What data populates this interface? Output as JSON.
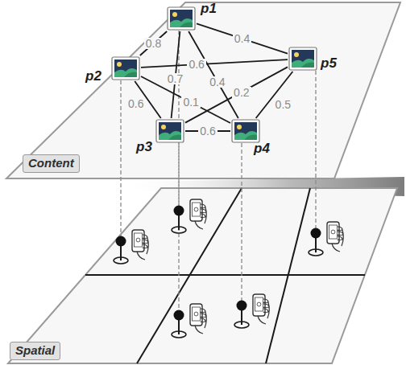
{
  "diagram": {
    "nodes": [
      {
        "text": [
          "p1"
        ]
      },
      {
        "text": [
          "p2"
        ]
      },
      {
        "text": [
          "p3"
        ]
      },
      {
        "text": [
          "p4"
        ]
      },
      {
        "text": [
          "p5"
        ]
      },
      {
        "text": [
          "Content"
        ]
      },
      {
        "text": [
          "Spatial"
        ]
      }
    ],
    "edges": [
      {
        "from": 0,
        "to": 1,
        "arrow": "none",
        "label": "0.8"
      },
      {
        "from": 0,
        "to": 4,
        "arrow": "none",
        "label": "0.4"
      },
      {
        "from": 1,
        "to": 4,
        "arrow": "none",
        "label": "0.6"
      },
      {
        "from": 0,
        "to": 2,
        "arrow": "none",
        "label": "0.7"
      },
      {
        "from": 0,
        "to": 3,
        "arrow": "none",
        "label": "0.4"
      },
      {
        "from": 1,
        "to": 2,
        "arrow": "none",
        "label": "0.6"
      },
      {
        "from": 1,
        "to": 3,
        "arrow": "none",
        "label": "0.1"
      },
      {
        "from": 2,
        "to": 4,
        "arrow": "none",
        "label": "0.2"
      },
      {
        "from": 2,
        "to": 3,
        "arrow": "none",
        "label": "0.6"
      },
      {
        "from": 3,
        "to": 4,
        "arrow": "none",
        "label": "0.5"
      }
    ]
  }
}
